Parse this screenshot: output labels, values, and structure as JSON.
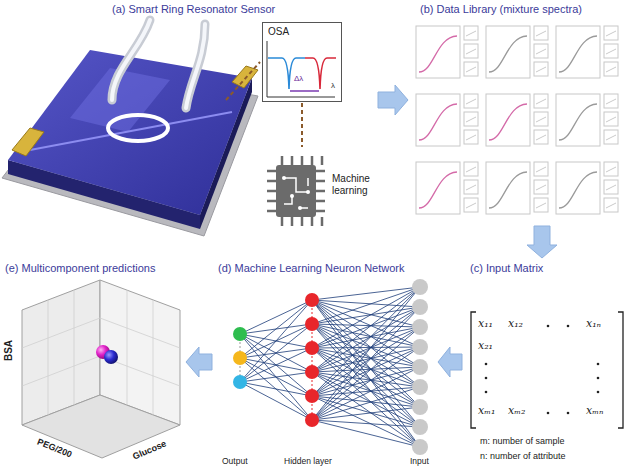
{
  "diagram": {
    "nodes": [
      {
        "text": [
          "(a) Smart Ring Resonator Sensor"
        ]
      },
      {
        "text": [
          "OSA"
        ],
        "in": 0
      },
      {
        "text": [
          "Machine learning"
        ],
        "in": 0
      },
      {
        "text": [
          "(b) Data Library (mixture spectra)"
        ]
      },
      {
        "text": [
          "(c) Input Matrix"
        ]
      },
      {
        "text": [
          "(d) Machine Learning Neuron Network"
        ]
      },
      {
        "text": [
          "(e) Multicomponent predictions"
        ]
      }
    ],
    "edges": [
      {
        "from": 0,
        "to": 3,
        "arrow": "to"
      },
      {
        "from": 3,
        "to": 4,
        "arrow": "to"
      },
      {
        "from": 4,
        "to": 5,
        "arrow": "to"
      },
      {
        "from": 5,
        "to": 6,
        "arrow": "to"
      },
      {
        "from": 1,
        "to": 2,
        "arrow": "none"
      }
    ],
    "labels": [
      "Δλ",
      "λ",
      "x₁₁",
      "x₁₂",
      "x₁ₙ",
      "x₂₁",
      "xₘ₁",
      "xₘ₂",
      "xₘₙ",
      "m: number of sample",
      "n: number of attribute",
      "Output",
      "Hidden layer",
      "Input",
      "BSA",
      "PEG/200",
      "Glucose"
    ]
  }
}
